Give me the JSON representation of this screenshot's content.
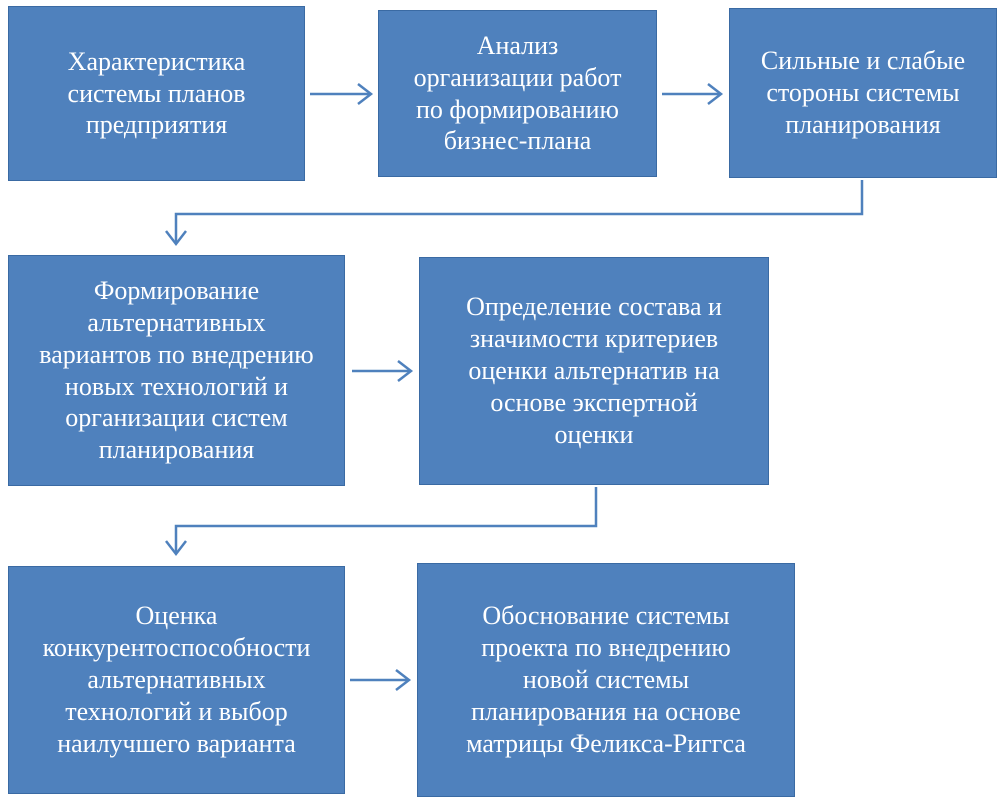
{
  "diagram": {
    "colors": {
      "box_fill": "#4f81bd",
      "box_border": "#3a6aa3",
      "box_text": "#ffffff",
      "connector": "#4f81bd"
    },
    "nodes": [
      {
        "id": "n1",
        "text": "Характеристика\nсистемы планов\nпредприятия"
      },
      {
        "id": "n2",
        "text": "Анализ\nорганизации работ\nпо формированию\nбизнес-плана"
      },
      {
        "id": "n3",
        "text": "Сильные и слабые\nстороны системы\nпланирования"
      },
      {
        "id": "n4",
        "text": "Формирование\nальтернативных\nвариантов по внедрению\nновых технологий и\nорганизации систем\nпланирования"
      },
      {
        "id": "n5",
        "text": "Определение состава и\nзначимости критериев\nоценки альтернатив на\nоснове экспертной\nоценки"
      },
      {
        "id": "n6",
        "text": "Оценка\nконкурентоспособности\nальтернативных\nтехнологий и выбор\nнаилучшего варианта"
      },
      {
        "id": "n7",
        "text": "Обоснование системы\nпроекта по внедрению\nновой системы\nпланирования на основе\nматрицы Феликса-Риггса"
      }
    ],
    "edges": [
      {
        "from": "n1",
        "to": "n2"
      },
      {
        "from": "n2",
        "to": "n3"
      },
      {
        "from": "n3",
        "to": "n4"
      },
      {
        "from": "n4",
        "to": "n5"
      },
      {
        "from": "n5",
        "to": "n6"
      },
      {
        "from": "n6",
        "to": "n7"
      }
    ]
  }
}
